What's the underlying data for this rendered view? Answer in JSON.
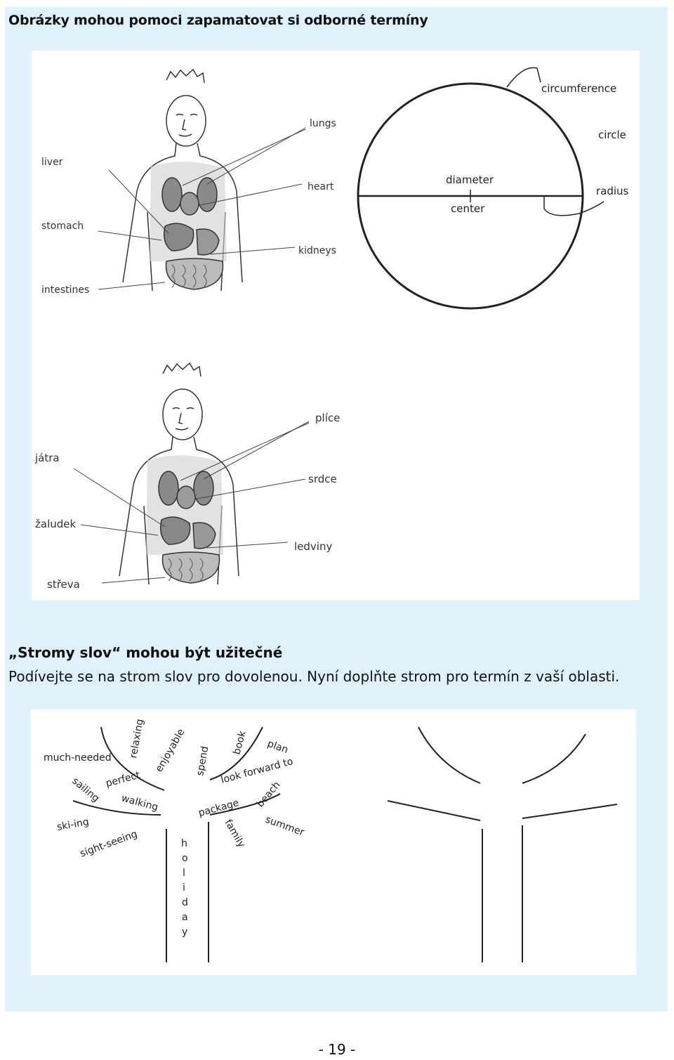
{
  "header": {
    "title": "Obrázky mohou pomoci zapamatovat si odborné termíny"
  },
  "organs_en": {
    "lungs": "lungs",
    "liver": "liver",
    "heart": "heart",
    "stomach": "stomach",
    "kidneys": "kidneys",
    "intestines": "intestines"
  },
  "circle": {
    "circumference": "circumference",
    "circle": "circle",
    "diameter": "diameter",
    "radius": "radius",
    "center": "center"
  },
  "organs_cz": {
    "lungs": "plíce",
    "liver": "játra",
    "heart": "srdce",
    "stomach": "žaludek",
    "kidneys": "ledviny",
    "intestines": "střeva"
  },
  "section": {
    "title": "„Stromy slov“ mohou být užitečné",
    "text": "Podívejte se na strom slov pro dovolenou. Nyní doplňte strom pro termín z vaší oblasti."
  },
  "word_tree": {
    "words": {
      "relaxing": "relaxing",
      "much_needed": "much-needed",
      "perfect": "perfect",
      "enjoyable": "enjoyable",
      "spend": "spend",
      "book": "book",
      "plan": "plan",
      "look_forward_to": "look forward to",
      "sailing": "sailing",
      "walking": "walking",
      "package": "package",
      "beach": "beach",
      "skiing": "ski-ing",
      "sight_seeing": "sight-seeing",
      "family": "family",
      "summer": "summer"
    },
    "trunk_letters": [
      "h",
      "o",
      "l",
      "i",
      "d",
      "a",
      "y"
    ]
  },
  "page_number": "- 19 -"
}
